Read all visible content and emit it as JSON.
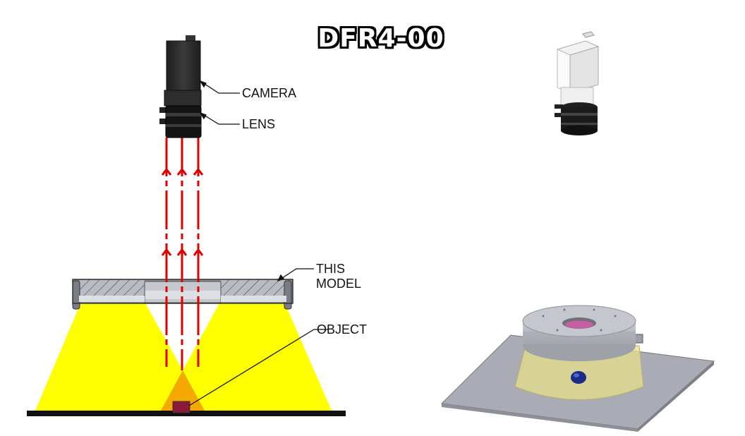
{
  "title": "DFR4-00",
  "labels": {
    "camera": "CAMERA",
    "lens": "LENS",
    "model_line1": "THIS",
    "model_line2": "MODEL",
    "object": "OBJECT"
  },
  "colors": {
    "light": "#ffff00",
    "light_cone": "#f5a800",
    "rays": "#e00000",
    "object": "#8b1a3a",
    "camera_body": "#2a2a2a",
    "iso_plate": "#a9acb4",
    "iso_ring": "#b9bcc3"
  }
}
